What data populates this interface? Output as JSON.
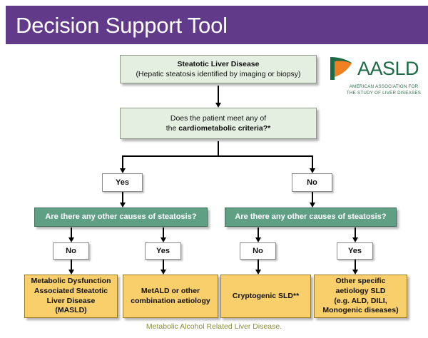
{
  "header": {
    "title": "Decision Support Tool",
    "banner_color": "#613A89"
  },
  "logo": {
    "name": "aasld-logo",
    "wordmark": "AASLD",
    "subtitle_line1": "AMERICAN ASSOCIATION FOR",
    "subtitle_line2": "THE STUDY OF LIVER DISEASES",
    "green": "#1D6B45",
    "orange": "#F08022"
  },
  "flowchart": {
    "nodes": {
      "root": {
        "title": "Steatotic Liver Disease",
        "subtitle": "(Hepatic steatosis identified by imaging or biopsy)"
      },
      "question_cardiometabolic": {
        "line1": "Does the patient meet any of",
        "line2_plain": "the ",
        "line2_bold": "cardiometabolic criteria?*"
      },
      "branch_yes": "Yes",
      "branch_no": "No",
      "steatosis_question_left": "Are there any other causes of steatosis?",
      "steatosis_question_right": "Are there any other causes of steatosis?",
      "left_no": "No",
      "left_yes": "Yes",
      "right_no": "No",
      "right_yes": "Yes",
      "outcome_masld": {
        "line1": "Metabolic Dysfunction",
        "line2": "Associated Steatotic",
        "line3": "Liver Disease",
        "line4": "(MASLD)"
      },
      "outcome_metald": {
        "line1": "MetALD or other",
        "line2": "combination aetiology"
      },
      "outcome_cryptogenic": {
        "line1": "Cryptogenic SLD**"
      },
      "outcome_other": {
        "line1": "Other specific",
        "line2": "aetiology SLD",
        "line3": "(e.g. ALD, DILI,",
        "line4": "Monogenic diseases)"
      }
    },
    "colors": {
      "pale_green": "#E4EEE1",
      "solid_green": "#5FA085",
      "amber": "#F8CF6B",
      "white": "#FFFFFF"
    }
  },
  "footer": {
    "note": "Metabolic Alcohol Related Liver Disease."
  }
}
